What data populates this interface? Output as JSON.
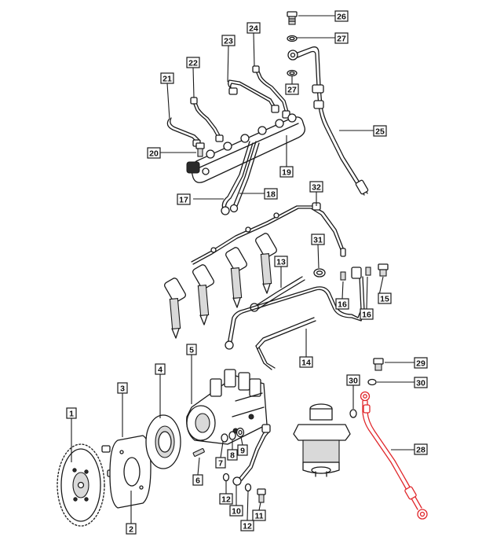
{
  "colors": {
    "line": "#1a1a1a",
    "highlight": "#e0262a",
    "highlight_label_border": "#e0262a",
    "alt_label_border": "#7b2d8e"
  },
  "callouts": {
    "c1": "1",
    "c2": "2",
    "c3": "3",
    "c4": "4",
    "c5": "5",
    "c6": "6",
    "c7": "7",
    "c8": "8",
    "c9": "9",
    "c10": "10",
    "c11": "11",
    "c12a": "12",
    "c12b": "12",
    "c13": "13",
    "c14": "14",
    "c15": "15",
    "c16a": "16",
    "c16b": "16",
    "c17": "17",
    "c18": "18",
    "c19": "19",
    "c20": "20",
    "c21": "21",
    "c22": "22",
    "c23": "23",
    "c24": "24",
    "c25": "25",
    "c26": "26",
    "c27a": "27",
    "c27b": "27",
    "c28": "28",
    "c29": "29",
    "c30a": "30",
    "c30b": "30",
    "c31": "31",
    "c32": "32"
  }
}
